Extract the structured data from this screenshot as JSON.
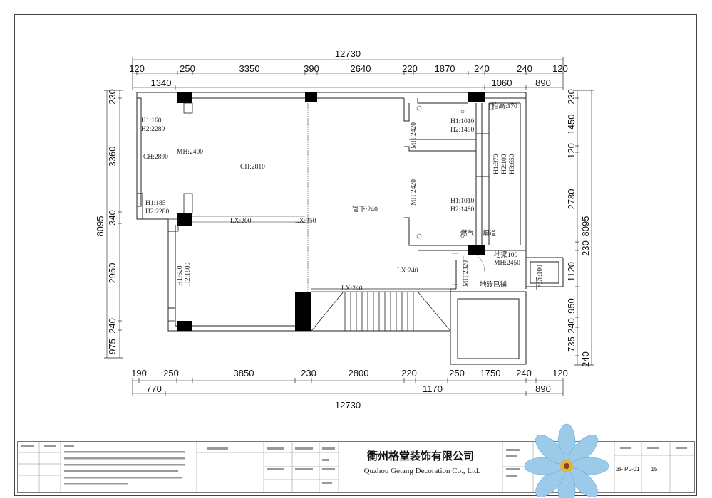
{
  "dimensions": {
    "top_total": "12730",
    "top_segments": [
      "120",
      "250",
      "3350",
      "390",
      "2640",
      "220",
      "1870",
      "240",
      "240",
      "120"
    ],
    "top_sub": [
      "1340",
      "1060",
      "890"
    ],
    "left_segments": [
      "230",
      "3360",
      "340",
      "2950",
      "240",
      "975"
    ],
    "left_total": "8095",
    "right_segments": [
      "230",
      "1450",
      "120",
      "2780",
      "230",
      "1120",
      "950",
      "240",
      "735",
      "240"
    ],
    "right_total": "8095",
    "bottom_segments": [
      "190",
      "250",
      "3850",
      "230",
      "2800",
      "220",
      "250",
      "1750",
      "240",
      "120"
    ],
    "bottom_sub": [
      "770",
      "1170",
      "890"
    ],
    "bottom_total": "12730"
  },
  "annotations": {
    "h1_160": "H1:160",
    "h2_2280_a": "H2:2280",
    "ch_2890": "CH:2890",
    "mh_2400": "MH:2400",
    "ch_2810": "CH:2810",
    "h1_185": "H1:185",
    "h2_2280_b": "H2:2280",
    "lx_200": "LX:200",
    "lx_350": "LX:350",
    "guanxia": "管下:240",
    "h1_620": "H1:620",
    "h2_1800": "H2:1800",
    "lx_240_a": "LX:240",
    "lx_240_b": "LX:240",
    "mh_2420_a": "MH:2420",
    "mh_2420_b": "MH:2420",
    "h1_1010_a": "H1:1010",
    "h2_1480_a": "H2:1480",
    "h1_1010_b": "H1:1010",
    "h2_1480_b": "H2:1480",
    "taigao": "抬高:170",
    "h1_370": "H1:370",
    "h2_100": "H2:100",
    "h3_650": "H3:650",
    "ranqi": "燃气",
    "yandao": "烟道",
    "diliang": "地梁100",
    "mh_2450": "MH:2450",
    "mh_2320": "MH:2320",
    "dizhuan": "地砖已铺",
    "xiachen": "下沉:100"
  },
  "title_block": {
    "company_cn": "衢州格堂装饰有限公司",
    "company_en": "Quzhou Getang Decoration Co., Ltd.",
    "drawing_no": "3F PL-01",
    "page_no": "15"
  }
}
